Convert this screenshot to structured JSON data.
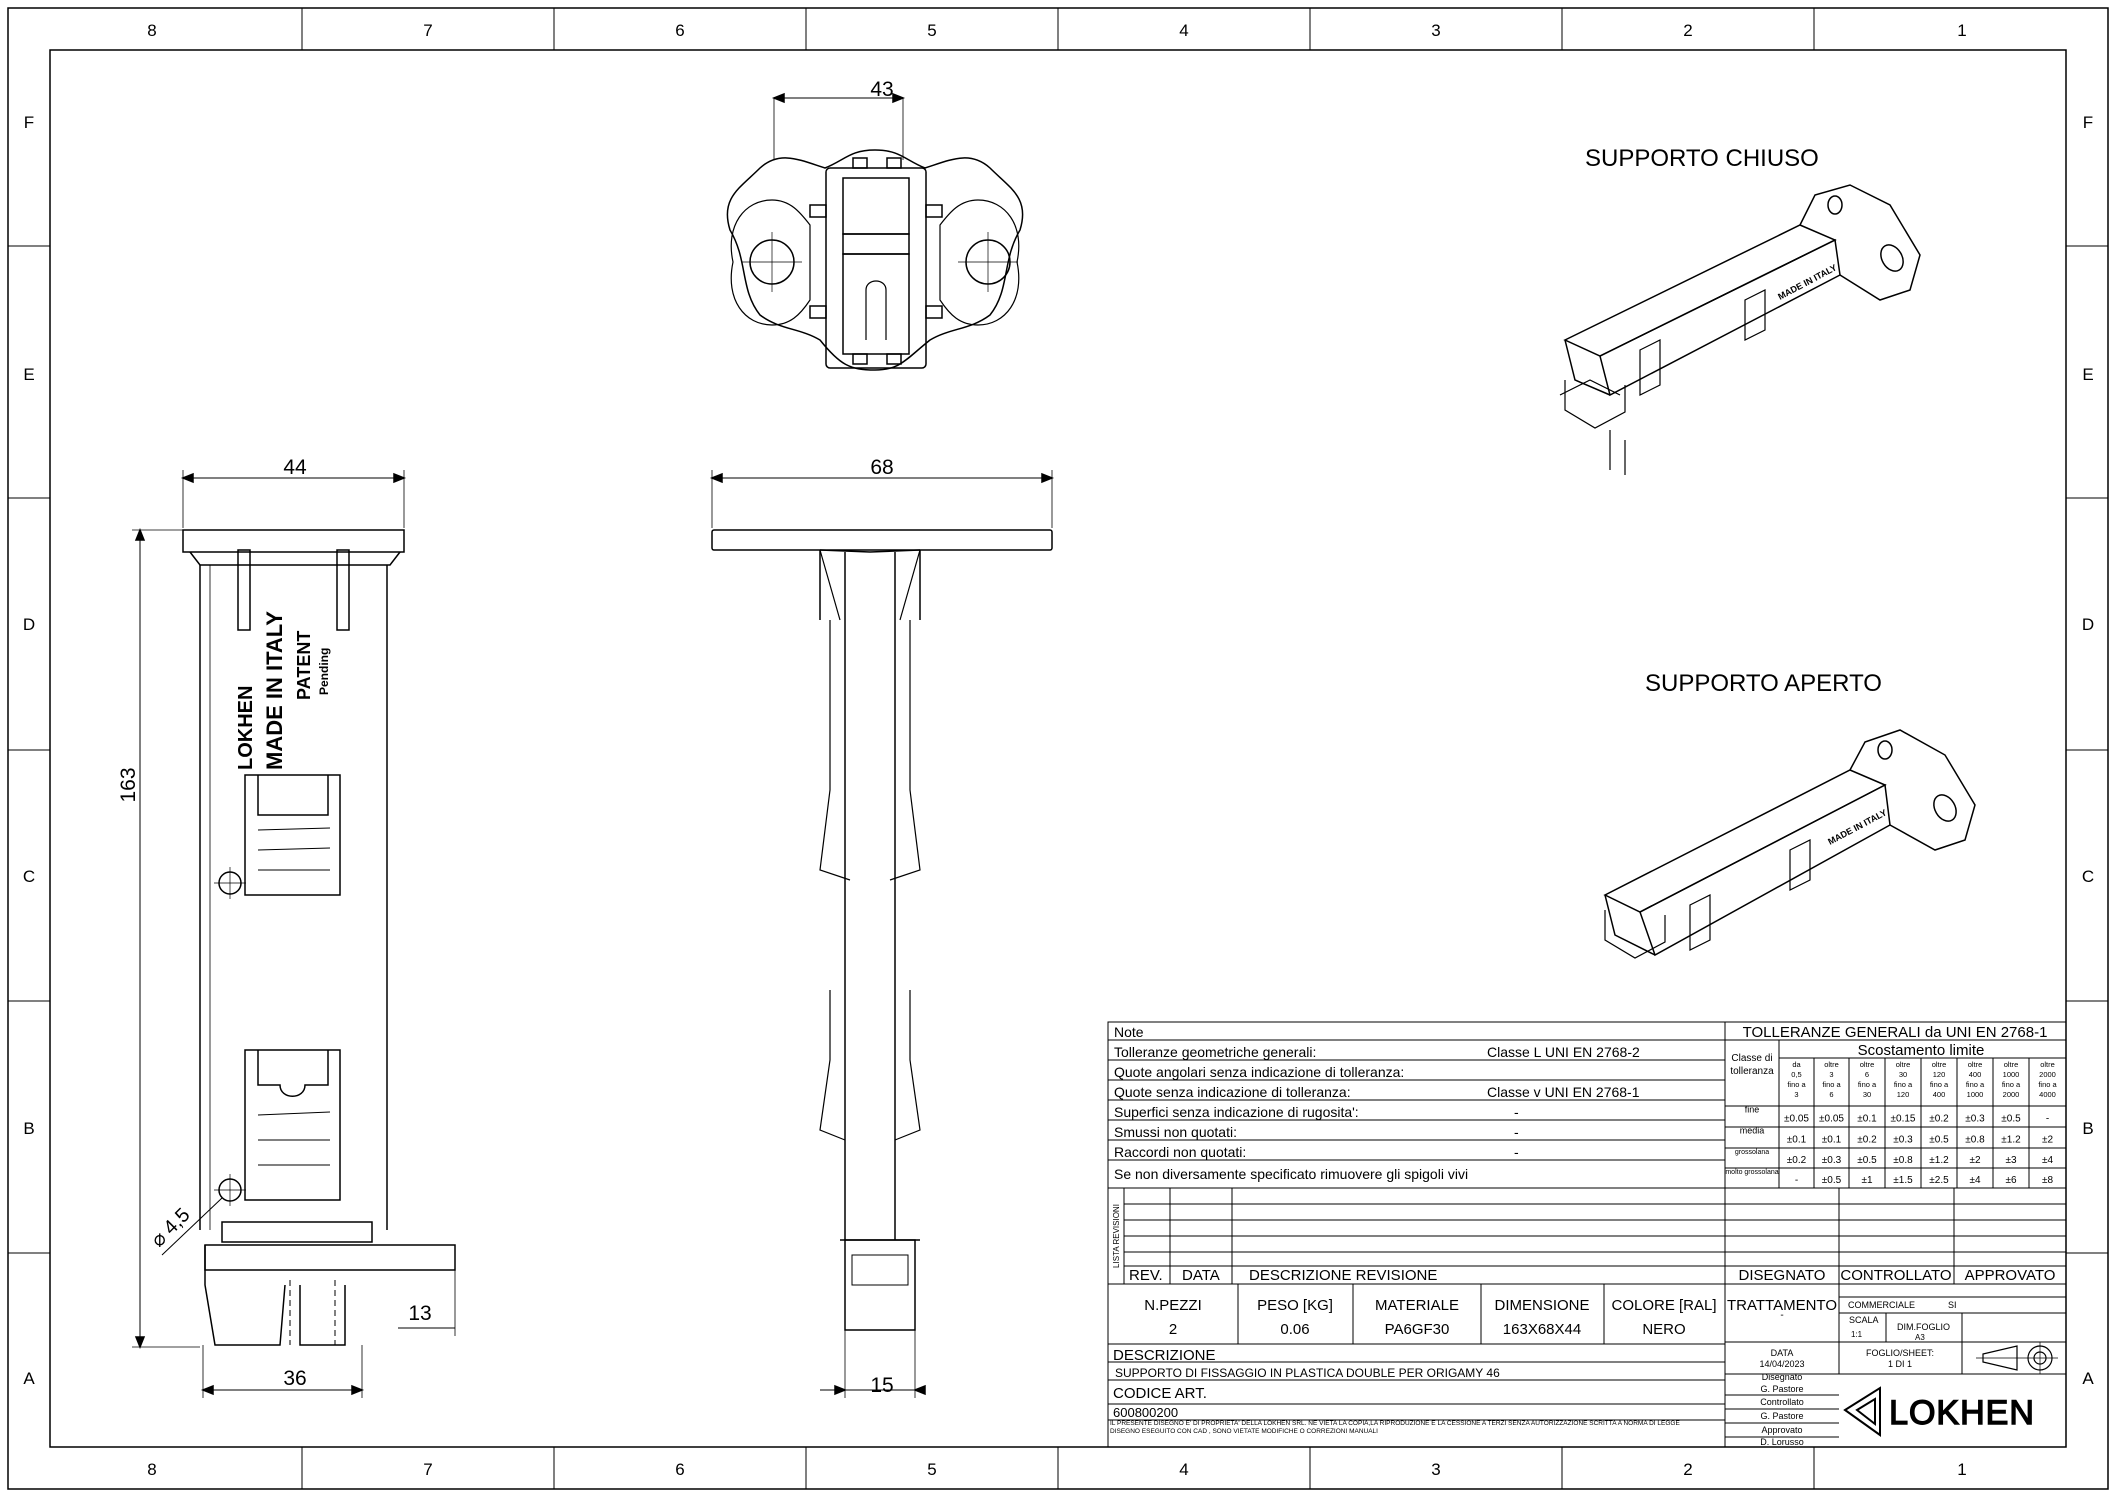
{
  "frame": {
    "columns": [
      "8",
      "7",
      "6",
      "5",
      "4",
      "3",
      "2",
      "1"
    ],
    "rows": [
      "F",
      "E",
      "D",
      "C",
      "B",
      "A"
    ]
  },
  "views": {
    "top_dim": "43",
    "front_width": "44",
    "front_height": "163",
    "front_hole": "⌀ 4,5",
    "front_base": "36",
    "front_step": "13",
    "side_width": "68",
    "side_base": "15",
    "marking": {
      "brand": "LOKHEN",
      "made": "MADE IN ITALY",
      "patent": "PATENT",
      "pending": "Pending"
    },
    "iso_closed_title": "SUPPORTO CHIUSO",
    "iso_open_title": "SUPPORTO APERTO"
  },
  "notes": {
    "header": "Note",
    "rows": [
      {
        "label": "Tolleranze geometriche generali:",
        "value": "Classe   L   UNI EN 2768-2"
      },
      {
        "label": "Quote angolari senza indicazione di tolleranza:",
        "value": ""
      },
      {
        "label": "Quote senza indicazione di tolleranza:",
        "value": "Classe   v   UNI EN 2768-1"
      },
      {
        "label": "Superfici senza indicazione di rugosita':",
        "value": "-"
      },
      {
        "label": "Smussi non quotati:",
        "value": "-"
      },
      {
        "label": "Raccordi non quotati:",
        "value": "-"
      },
      {
        "label": "Se non diversamente specificato rimuovere gli spigoli vivi",
        "value": ""
      }
    ]
  },
  "tolerances": {
    "title": "TOLLERANZE GENERALI da UNI EN 2768-1",
    "subtitle": "Scostamento limite",
    "class_label": "Classe di tolleranza",
    "ranges": [
      "da 0,5 fino a 3",
      "oltre 3 fino a 6",
      "oltre 6 fino a 30",
      "oltre 30 fino a 120",
      "oltre 120 fino a 400",
      "oltre 400 fino a 1000",
      "oltre 1000 fino a 2000",
      "oltre 2000 fino a 4000"
    ],
    "rows": [
      {
        "name": "fine",
        "values": [
          "±0.05",
          "±0.05",
          "±0.1",
          "±0.15",
          "±0.2",
          "±0.3",
          "±0.5",
          "-"
        ]
      },
      {
        "name": "media",
        "values": [
          "±0.1",
          "±0.1",
          "±0.2",
          "±0.3",
          "±0.5",
          "±0.8",
          "±1.2",
          "±2"
        ]
      },
      {
        "name": "grossolana",
        "values": [
          "±0.2",
          "±0.3",
          "±0.5",
          "±0.8",
          "±1.2",
          "±2",
          "±3",
          "±4"
        ]
      },
      {
        "name": "molto grossolana",
        "values": [
          "-",
          "±0.5",
          "±1",
          "±1.5",
          "±2.5",
          "±4",
          "±6",
          "±8"
        ]
      }
    ]
  },
  "revisions": {
    "side_label": "LISTA REVISIONI",
    "headers": [
      "REV.",
      "DATA",
      "DESCRIZIONE REVISIONE",
      "DISEGNATO",
      "CONTROLLATO",
      "APPROVATO"
    ]
  },
  "part": {
    "headers": [
      "N.PEZZI",
      "PESO [KG]",
      "MATERIALE",
      "DIMENSIONE",
      "COLORE [RAL]"
    ],
    "values": [
      "2",
      "0.06",
      "PA6GF30",
      "163X68X44",
      "NERO"
    ],
    "treatment_label": "TRATTAMENTO",
    "treatment_value": "-",
    "commercial_label": "COMMERCIALE",
    "commercial_value": "SI",
    "scale_label": "SCALA",
    "scale_value": "1:1",
    "sheet_size_label": "DIM.FOGLIO",
    "sheet_size_value": "A3",
    "description_label": "DESCRIZIONE",
    "description": "SUPPORTO DI FISSAGGIO IN PLASTICA DOUBLE PER ORIGAMY 46",
    "code_label": "CODICE ART.",
    "code": "600800200",
    "date_label": "DATA",
    "date": "14/04/2023",
    "drawn_label": "Disegnato",
    "drawn": "G. Pastore",
    "checked_label": "Controllato",
    "checked": "G. Pastore",
    "approved_label": "Approvato",
    "approved": "D. Lorusso",
    "sheet_label": "FOGLIO/SHEET:",
    "sheet": "1 DI 1",
    "legal_1": "IL PRESENTE DISEGNO E' DI PROPRIETA' DELLA LOKHEN SRL. NE VIETA LA COPIA,LA RIPRODUZIONE E LA CESSIONE A TERZI SENZA AUTORIZZAZIONE SCRITTA A NORMA DI LEGGE",
    "legal_2": "DISEGNO ESEGUITO CON CAD , SONO VIETATE MODIFICHE O CORREZIONI MANUALI",
    "logo": "LOKHEN"
  }
}
